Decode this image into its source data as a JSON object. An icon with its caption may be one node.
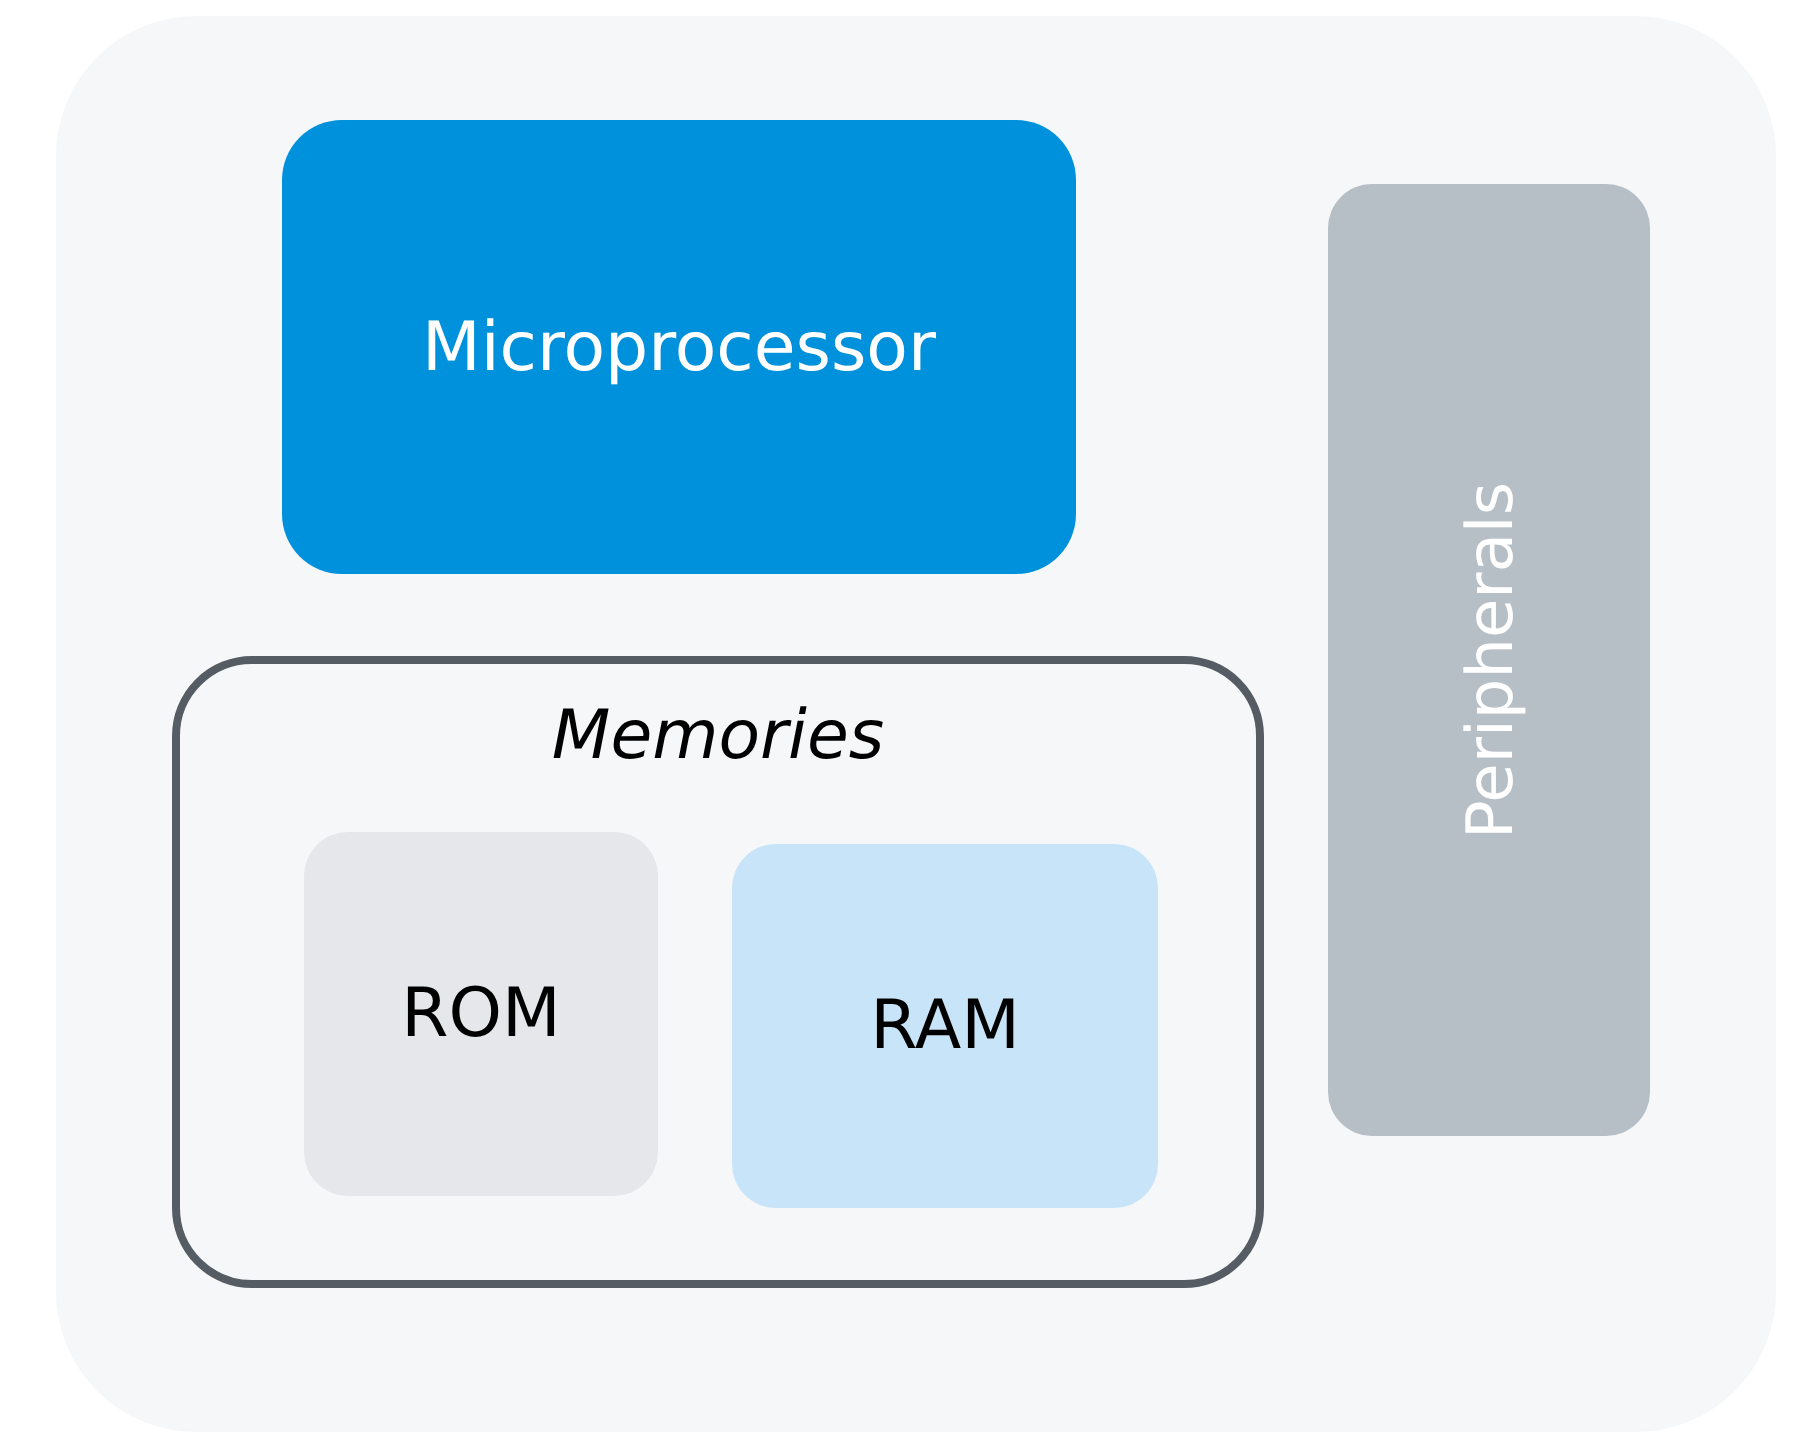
{
  "diagram": {
    "nodes": [
      {
        "text": [
          "Microprocessor"
        ]
      },
      {
        "text": [
          "Memories"
        ]
      },
      {
        "text": [
          "ROM"
        ],
        "in": 1
      },
      {
        "text": [
          "RAM"
        ],
        "in": 1
      },
      {
        "text": [
          "Peripherals"
        ]
      }
    ]
  }
}
